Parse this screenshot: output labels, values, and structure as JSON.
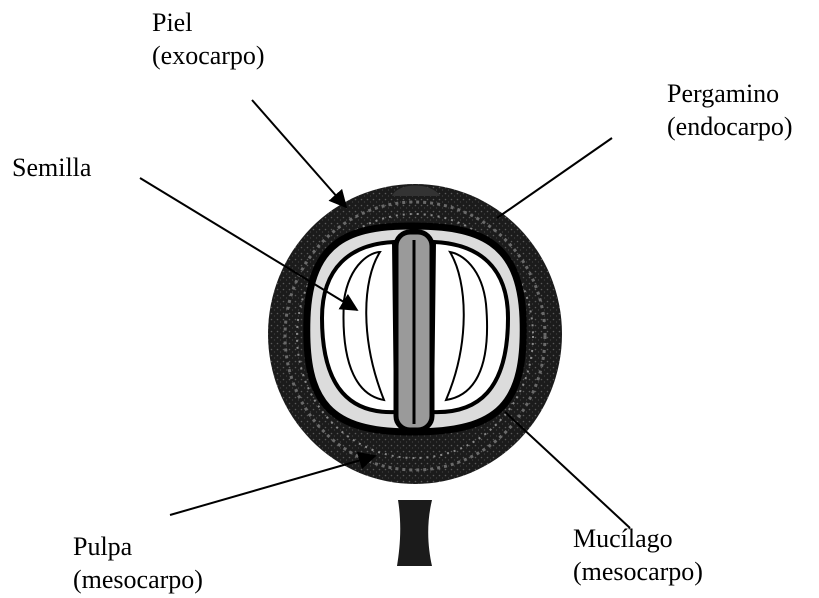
{
  "labels": {
    "piel": {
      "name": "Piel",
      "note": "(exocarpo)"
    },
    "pergamino": {
      "name": "Pergamino",
      "note": "(endocarpo)"
    },
    "semilla": {
      "name": "Semilla"
    },
    "pulpa": {
      "name": "Pulpa",
      "note": "(mesocarpo)"
    },
    "mucilago": {
      "name": "Mucílago",
      "note": "(mesocarpo)"
    }
  },
  "colors": {
    "ink": "#000000",
    "fruit": "#1b1b1b",
    "bean": "#ffffff"
  }
}
